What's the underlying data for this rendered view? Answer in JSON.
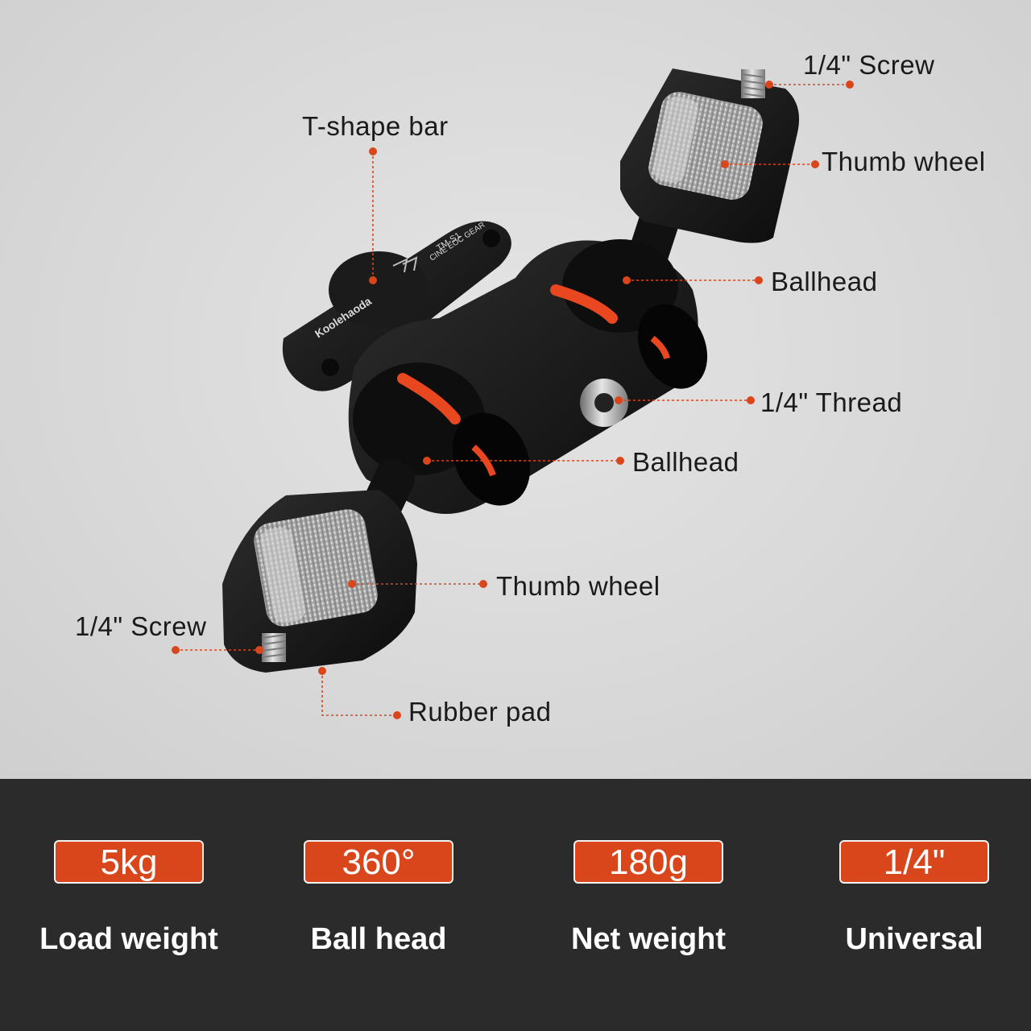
{
  "callouts": {
    "top_screw": "1/4\" Screw",
    "top_thumb_wheel": "Thumb wheel",
    "t_shape_bar": "T-shape bar",
    "ballhead_upper": "Ballhead",
    "thread": "1/4\" Thread",
    "ballhead_lower": "Ballhead",
    "bottom_thumb_wheel": "Thumb wheel",
    "bottom_screw": "1/4\" Screw",
    "rubber_pad": "Rubber pad"
  },
  "product_markings": {
    "brand": "Koolehaoda",
    "model": "TM-S1",
    "line": "CINE EOC GEAR"
  },
  "specs": [
    {
      "value": "5kg",
      "caption": "Load weight"
    },
    {
      "value": "360°",
      "caption": "Ball head"
    },
    {
      "value": "180g",
      "caption": "Net weight"
    },
    {
      "value": "1/4\"",
      "caption": "Universal"
    }
  ],
  "colors": {
    "accent": "#d9461c",
    "callout_line": "#d9461c",
    "spec_bar_bg": "#2b2b2b",
    "product_body": "#161616",
    "rubber_ring": "#e8471f"
  }
}
